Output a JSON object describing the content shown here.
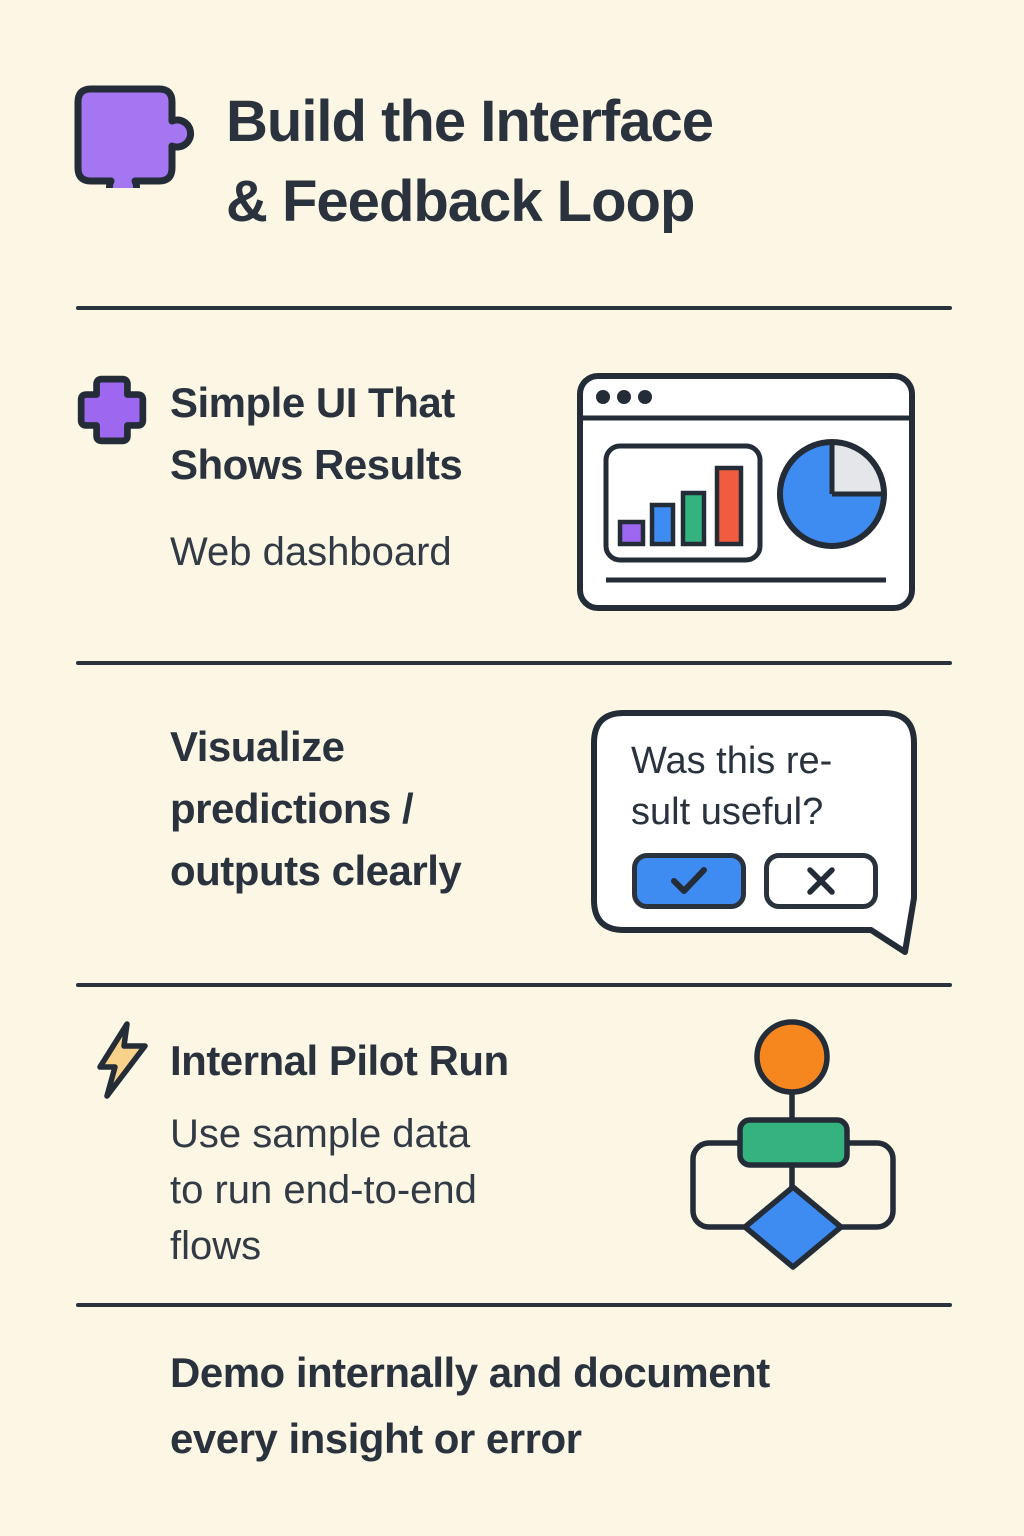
{
  "colors": {
    "background": "#fcf6e5",
    "ink": "#29323d",
    "purple": "#9d67f0",
    "puzzle_purple": "#a476f2",
    "blue": "#3e8cf1",
    "green": "#34b37f",
    "red": "#f15b40",
    "orange": "#f6871f",
    "yellow": "#f8d18a",
    "gray_slice": "#e4e6ea",
    "white": "#ffffff"
  },
  "header": {
    "icon": "puzzle-piece-icon",
    "title_line1": "Build the Interface",
    "title_line2": "& Feedback Loop"
  },
  "section_simple_ui": {
    "icon": "plus-icon",
    "heading_line1": "Simple UI That",
    "heading_line2": "Shows Results",
    "body": "Web dashboard",
    "illustration": {
      "name": "browser-dashboard",
      "window_dots": 3,
      "bar_colors": [
        "#9d67f0",
        "#3e8cf1",
        "#34b37f",
        "#f15b40"
      ],
      "pie": {
        "main_color": "#3e8cf1",
        "slice_color": "#e4e6ea",
        "slice_fraction": 0.25
      }
    }
  },
  "section_visualize": {
    "heading_line1": "Visualize",
    "heading_line2": "predictions /",
    "heading_line3": "outputs clearly",
    "bubble": {
      "text_line1": "Was this re-",
      "text_line2": "sult useful?",
      "yes_button_icon": "checkmark-icon",
      "no_button_icon": "x-icon"
    }
  },
  "section_pilot": {
    "icon": "lightning-bolt-icon",
    "heading": "Internal Pilot Run",
    "body_line1": "Use sample data",
    "body_line2": "to run end-to-end",
    "body_line3": "flows",
    "illustration": {
      "name": "flowchart",
      "nodes": [
        "orange-circle",
        "green-rect",
        "blue-diamond"
      ]
    }
  },
  "footer": {
    "line1": "Demo internally and document",
    "line2": "every insight or error"
  }
}
